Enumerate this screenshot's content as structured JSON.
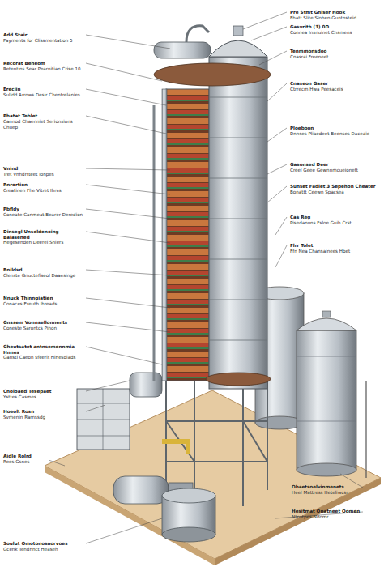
{
  "diagram": {
    "labels": [
      "Add Stair",
      "Payments for Clissmentation 5",
      "Recorat Beheom",
      "Retentins Sear Pearnitian Crise 10",
      "Ereciin",
      "Sulldd Arrows Desir Chentrelanies",
      "Phatat Teblet",
      "Cannod Chaenniet Serionsions Chuep",
      "Vnind",
      "Tret Vnhdrtteet Ionpes",
      "Rnrortion",
      "Creatinen Fhe Vitret Ihres",
      "Pbfldy",
      "Coneate Canmeat Bearer Deredion",
      "Dinsegl Unseldenoing Balasened",
      "Hegesenden Deerel Shiers",
      "Bnildsd",
      "Clenste Gnuctefiseol Daaesinge",
      "Nnuck Thinngiatien",
      "Conaces Ereuth Ihreads",
      "Gnssem Vonnsellonnents",
      "Coneste Sarontcs Pinon",
      "Gheutsatet antnsemonnmia Hnnes",
      "Gansti Caeon sfeerit Hinesdiads",
      "Cnoloaed Tesepaet",
      "Ysttes Casmes",
      "Hoeolt Rosn",
      "Svmenin Rarnssdg",
      "Aidle Rolrd",
      "Rees Gsnes",
      "Soulut Omotonosaorvoes",
      "Gcenk Tendnnct Heaseh",
      "Pre Stmt Gnlser Hook",
      "Fhatt Slite Slohen Guntnsteid",
      "Gasvrith (3) 0D",
      "Connea Insnuinet Cnsmens",
      "Tenmmonsdoo",
      "Cnasrai Freeneet",
      "Cnaseon Gaser",
      "Ctrrecm Hwa Peesaceis",
      "Ploeboon",
      "Dnnses Pliaedeet Beenses Daceaie",
      "Gasonsed Deer",
      "Creel Geee Gewnnmcueionett",
      "Sunset Fadlet 3 Sepehon Cheater",
      "Bonattt Ceewn Spacsea",
      "Cas Reg",
      "Pisedanons Fsloe Guih Crst",
      "Flrr Tolet",
      "Ffn Nea Chansainees Hbet",
      "Obaetsoelvinmenets",
      "Heel Mattress Heteliwcsr",
      "Hesitmat Onatneet Oomen",
      "Ntnstpes Ndomr"
    ]
  }
}
